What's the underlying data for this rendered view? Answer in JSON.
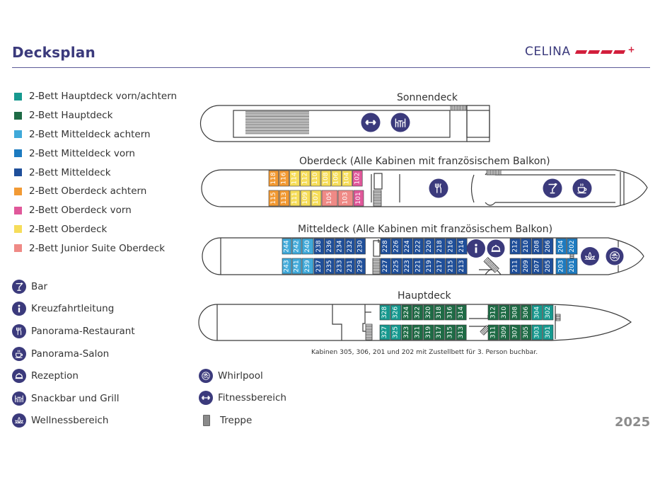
{
  "header": {
    "title": "Decksplan",
    "brand": "CELINA",
    "brand_plus": "+",
    "brand_color": "#d21f3c",
    "title_color": "#3b3a7c"
  },
  "cabin_legend": [
    {
      "label": "2-Bett Hauptdeck vorn/achtern",
      "color": "#17998f"
    },
    {
      "label": "2-Bett Hauptdeck",
      "color": "#1e6b45"
    },
    {
      "label": "2-Bett Mitteldeck achtern",
      "color": "#40a9d9"
    },
    {
      "label": "2-Bett Mitteldeck vorn",
      "color": "#1d7bc0"
    },
    {
      "label": "2-Bett Mitteldeck",
      "color": "#1f4f9a"
    },
    {
      "label": "2-Bett Oberdeck achtern",
      "color": "#f29a34"
    },
    {
      "label": "2-Bett Oberdeck vorn",
      "color": "#e0589a"
    },
    {
      "label": "2-Bett Oberdeck",
      "color": "#f6dd5a"
    },
    {
      "label": "2-Bett Junior Suite Oberdeck",
      "color": "#ef8a86"
    }
  ],
  "icon_legend_left": [
    {
      "icon": "cocktail-icon",
      "label": "Bar"
    },
    {
      "icon": "info-icon",
      "label": "Kreuzfahrtleitung"
    },
    {
      "icon": "cutlery-icon",
      "label": "Panorama-Restaurant"
    },
    {
      "icon": "coffee-cup-icon",
      "label": "Panorama-Salon"
    },
    {
      "icon": "service-bell-icon",
      "label": "Rezeption"
    },
    {
      "icon": "snackbar-grill-icon",
      "label": "Snackbar und Grill"
    },
    {
      "icon": "lotus-icon",
      "label": "Wellnessbereich"
    }
  ],
  "icon_legend_right": [
    {
      "icon": "whirlpool-icon",
      "label": "Whirlpool"
    },
    {
      "icon": "dumbbell-icon",
      "label": "Fitnessbereich"
    },
    {
      "icon": "stairs-icon",
      "label": "Treppe"
    }
  ],
  "decks": {
    "sonnendeck": {
      "label": "Sonnendeck"
    },
    "oberdeck": {
      "label": "Oberdeck (Alle Kabinen mit französischem Balkon)",
      "top_row": [
        {
          "no": "118",
          "type": 5
        },
        {
          "no": "116",
          "type": 5
        },
        {
          "no": "114",
          "type": 7
        },
        {
          "no": "112",
          "type": 7
        },
        {
          "no": "110",
          "type": 7
        },
        {
          "no": "108",
          "type": 7
        },
        {
          "no": "106",
          "type": 7
        },
        {
          "no": "104",
          "type": 7
        },
        {
          "no": "102",
          "type": 6
        }
      ],
      "bottom_row": [
        {
          "no": "115",
          "type": 5
        },
        {
          "no": "113",
          "type": 5
        },
        {
          "no": "111",
          "type": 7
        },
        {
          "no": "109",
          "type": 7
        },
        {
          "no": "107",
          "type": 7
        },
        {
          "no": "105",
          "type": 8
        },
        {
          "no": "103",
          "type": 8
        },
        {
          "no": "101",
          "type": 6
        }
      ]
    },
    "mitteldeck": {
      "label": "Mitteldeck (Alle Kabinen mit französischem Balkon)",
      "top_aft": [
        {
          "no": "244",
          "type": 2
        },
        {
          "no": "242",
          "type": 2
        },
        {
          "no": "240",
          "type": 2
        },
        {
          "no": "238",
          "type": 4
        },
        {
          "no": "236",
          "type": 4
        },
        {
          "no": "234",
          "type": 4
        },
        {
          "no": "232",
          "type": 4
        },
        {
          "no": "230",
          "type": 4
        }
      ],
      "top_mid": [
        {
          "no": "228",
          "type": 4
        },
        {
          "no": "226",
          "type": 4
        },
        {
          "no": "224",
          "type": 4
        },
        {
          "no": "222",
          "type": 4
        },
        {
          "no": "220",
          "type": 4
        },
        {
          "no": "218",
          "type": 4
        },
        {
          "no": "216",
          "type": 4
        },
        {
          "no": "214",
          "type": 4
        }
      ],
      "top_fwd": [
        {
          "no": "212",
          "type": 4
        },
        {
          "no": "210",
          "type": 4
        },
        {
          "no": "208",
          "type": 4
        },
        {
          "no": "206",
          "type": 4
        }
      ],
      "top_bow": [
        {
          "no": "204",
          "type": 3
        },
        {
          "no": "202",
          "type": 3
        }
      ],
      "bottom_aft": [
        {
          "no": "243",
          "type": 2
        },
        {
          "no": "241",
          "type": 2
        },
        {
          "no": "239",
          "type": 2
        },
        {
          "no": "237",
          "type": 4
        },
        {
          "no": "235",
          "type": 4
        },
        {
          "no": "233",
          "type": 4
        },
        {
          "no": "231",
          "type": 4
        },
        {
          "no": "229",
          "type": 4
        }
      ],
      "bottom_mid": [
        {
          "no": "227",
          "type": 4
        },
        {
          "no": "225",
          "type": 4
        },
        {
          "no": "223",
          "type": 4
        },
        {
          "no": "221",
          "type": 4
        },
        {
          "no": "219",
          "type": 4
        },
        {
          "no": "217",
          "type": 4
        },
        {
          "no": "215",
          "type": 4
        },
        {
          "no": "213",
          "type": 4
        }
      ],
      "bottom_fwd": [
        {
          "no": "211",
          "type": 4
        },
        {
          "no": "209",
          "type": 4
        },
        {
          "no": "207",
          "type": 4
        },
        {
          "no": "205",
          "type": 4
        }
      ],
      "bottom_bow": [
        {
          "no": "203",
          "type": 3
        },
        {
          "no": "201",
          "type": 3
        }
      ]
    },
    "hauptdeck": {
      "label": "Hauptdeck",
      "top_aft": [
        {
          "no": "328",
          "type": 0
        },
        {
          "no": "326",
          "type": 0
        },
        {
          "no": "324",
          "type": 1
        },
        {
          "no": "322",
          "type": 1
        },
        {
          "no": "320",
          "type": 1
        },
        {
          "no": "318",
          "type": 1
        },
        {
          "no": "316",
          "type": 1
        },
        {
          "no": "314",
          "type": 1
        }
      ],
      "top_fwd": [
        {
          "no": "312",
          "type": 1
        },
        {
          "no": "310",
          "type": 1
        },
        {
          "no": "308",
          "type": 1
        },
        {
          "no": "306",
          "type": 1
        },
        {
          "no": "304",
          "type": 0
        },
        {
          "no": "302",
          "type": 0
        }
      ],
      "bottom_aft": [
        {
          "no": "327",
          "type": 0
        },
        {
          "no": "325",
          "type": 0
        },
        {
          "no": "323",
          "type": 1
        },
        {
          "no": "321",
          "type": 1
        },
        {
          "no": "319",
          "type": 1
        },
        {
          "no": "317",
          "type": 1
        },
        {
          "no": "315",
          "type": 1
        },
        {
          "no": "313",
          "type": 1
        }
      ],
      "bottom_fwd": [
        {
          "no": "311",
          "type": 1
        },
        {
          "no": "309",
          "type": 1
        },
        {
          "no": "307",
          "type": 1
        },
        {
          "no": "305",
          "type": 1
        },
        {
          "no": "303",
          "type": 0
        },
        {
          "no": "301",
          "type": 0
        }
      ]
    }
  },
  "note": "Kabinen 305, 306, 201 und 202 mit Zustellbett für 3. Person buchbar.",
  "year": "2025"
}
